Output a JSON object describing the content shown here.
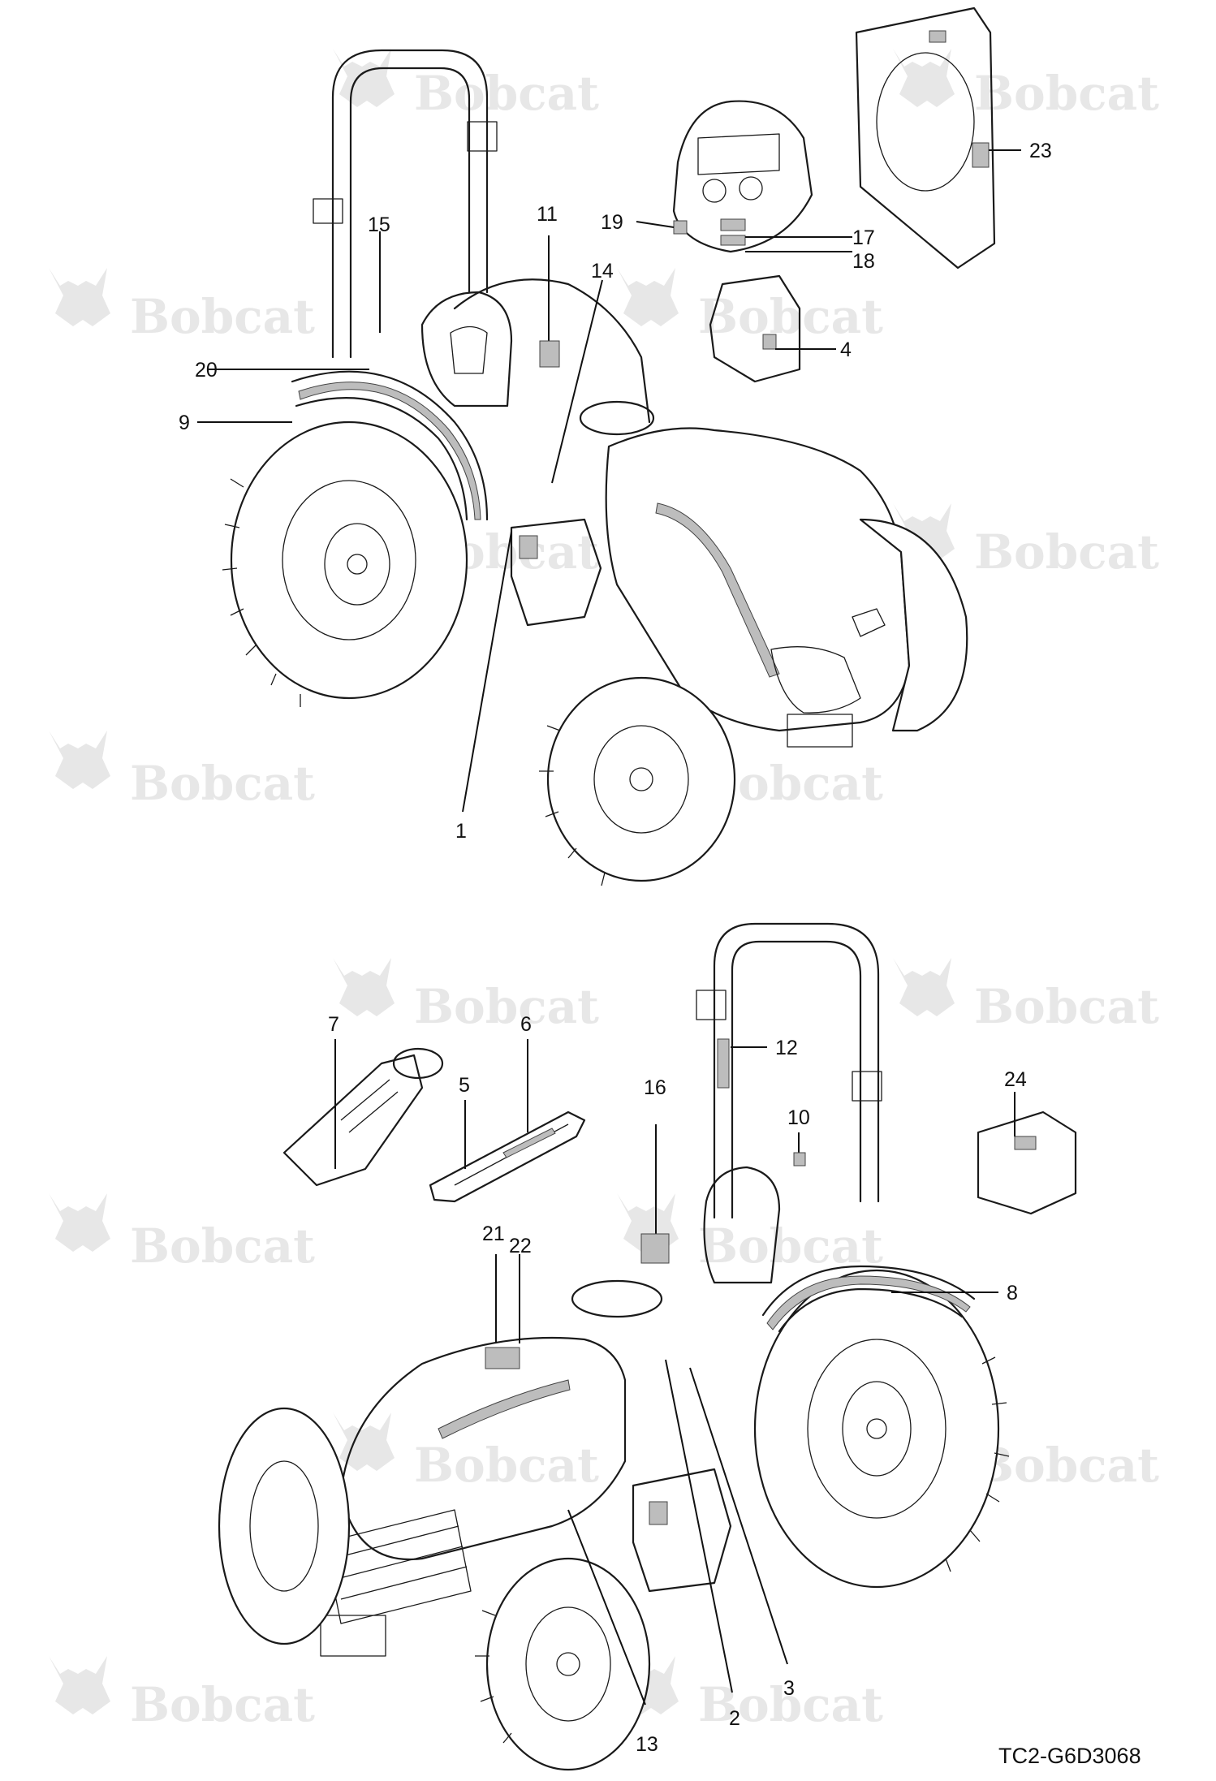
{
  "watermark": {
    "brand": "Bobcat"
  },
  "reference_code": "TC2-G6D3068",
  "views": {
    "top": {
      "name": "Tractor, rear-left view with ROPS",
      "callouts": [
        "1",
        "4",
        "9",
        "11",
        "14",
        "15",
        "17",
        "18",
        "19",
        "20",
        "23"
      ]
    },
    "bottom": {
      "name": "Tractor, front-left view with ROPS",
      "callouts": [
        "2",
        "3",
        "5",
        "6",
        "7",
        "8",
        "10",
        "12",
        "13",
        "16",
        "21",
        "22",
        "24"
      ]
    }
  },
  "labels": {
    "c1": "1",
    "c2": "2",
    "c3": "3",
    "c4": "4",
    "c5": "5",
    "c6": "6",
    "c7": "7",
    "c8": "8",
    "c9": "9",
    "c10": "10",
    "c11": "11",
    "c12": "12",
    "c13": "13",
    "c14": "14",
    "c15": "15",
    "c16": "16",
    "c17": "17",
    "c18": "18",
    "c19": "19",
    "c20": "20",
    "c21": "21",
    "c22": "22",
    "c23": "23",
    "c24": "24"
  },
  "colors": {
    "line": "#1a1a1a",
    "decal": "#bdbdbd",
    "watermark": "#e7e7e7"
  }
}
